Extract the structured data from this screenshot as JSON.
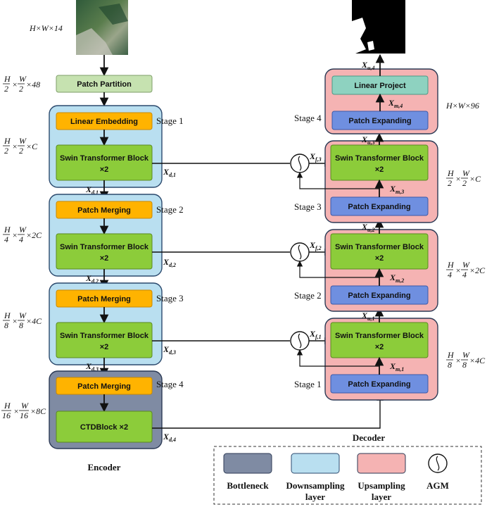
{
  "input_size": "H×W×14",
  "output_size": "H×W×96",
  "encoder": {
    "caption": "Encoder",
    "patch_partition": "Patch Partition",
    "stages": [
      {
        "stage": "Stage 1",
        "top": "Linear Embedding",
        "block1": "Swin Transformer Block",
        "block2": "×2",
        "out": "d,1",
        "dim_prefix": "",
        "dim_suffix": "×C",
        "dim_num": [
          "H",
          "W"
        ],
        "dim_den": [
          "2",
          "2"
        ]
      },
      {
        "stage": "Stage 2",
        "top": "Patch Merging",
        "block1": "Swin Transformer Block",
        "block2": "×2",
        "out": "d,2",
        "dim_suffix": "×2C",
        "dim_num": [
          "H",
          "W"
        ],
        "dim_den": [
          "4",
          "4"
        ]
      },
      {
        "stage": "Stage 3",
        "top": "Patch Merging",
        "block1": "Swin Transformer Block",
        "block2": "×2",
        "out": "d,3",
        "dim_suffix": "×4C",
        "dim_num": [
          "H",
          "W"
        ],
        "dim_den": [
          "8",
          "8"
        ]
      },
      {
        "stage": "Stage 4",
        "top": "Patch Merging",
        "block1": "CTDBlock ×2",
        "block2": "",
        "out": "d,4",
        "dim_suffix": "×8C",
        "dim_num": [
          "H",
          "W"
        ],
        "dim_den": [
          "16",
          "16"
        ]
      }
    ],
    "partition_dim": {
      "num": [
        "H",
        "W"
      ],
      "den": [
        "2",
        "2"
      ],
      "suffix": "×48"
    }
  },
  "decoder": {
    "caption": "Decoder",
    "linear_project": "Linear Project",
    "patch_expanding": "Patch Expanding",
    "block1": "Swin Transformer Block",
    "block2": "×2",
    "stage_labels": [
      "Stage 4",
      "Stage 3",
      "Stage 2",
      "Stage 1"
    ],
    "dims": [
      {
        "num": [
          "H",
          "W"
        ],
        "den": [
          "2",
          "2"
        ],
        "suffix": "×C"
      },
      {
        "num": [
          "H",
          "W"
        ],
        "den": [
          "4",
          "4"
        ],
        "suffix": "×2C"
      },
      {
        "num": [
          "H",
          "W"
        ],
        "den": [
          "8",
          "8"
        ],
        "suffix": "×4C"
      }
    ],
    "vars": {
      "u4": "u,4",
      "m4": "m,4",
      "u3": "u,3",
      "f3": "f,3",
      "m3": "m,3",
      "u2": "u,2",
      "f2": "f,2",
      "m2": "m,2",
      "u1": "u,1",
      "f1": "f,1",
      "m1": "m,1"
    },
    "var_letter": "X"
  },
  "legend": {
    "items": [
      {
        "label": "Bottleneck",
        "label2": "",
        "color": "#7f8ba3"
      },
      {
        "label": "Downsampling",
        "label2": "layer",
        "color": "#b9dff0"
      },
      {
        "label": "Upsampling",
        "label2": "layer",
        "color": "#f5b3b3"
      },
      {
        "label": "AGM",
        "label2": "",
        "color": ""
      }
    ]
  },
  "colors": {
    "green": "#8ccc3a",
    "orange": "#ffb300",
    "light_green": "#c6e2b0",
    "teal": "#8ed2c0",
    "blue": "#6f8fe0",
    "down": "#b9dff0",
    "up": "#f5b3b3",
    "bottleneck": "#7f8ba3"
  }
}
